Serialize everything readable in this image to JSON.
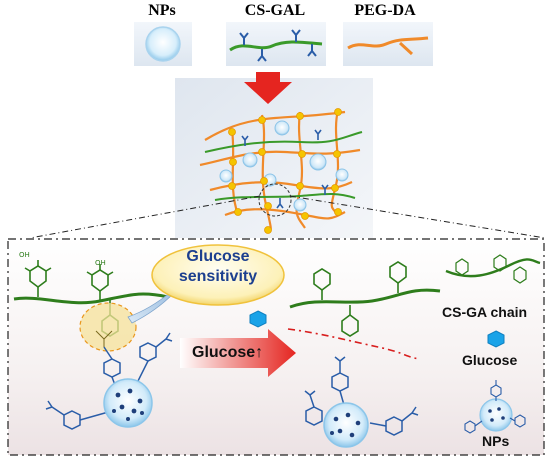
{
  "legend": {
    "nps_title": "NPs",
    "csgal_title": "CS-GAL",
    "pegda_title": "PEG-DA"
  },
  "mechanism": {
    "bubble_line1": "Glucose",
    "bubble_line2": "sensitivity",
    "arrow_label": "Glucose",
    "arrow_symbol": "↑",
    "key_chain": "CS-GA chain",
    "key_glucose": "Glucose",
    "key_nps": "NPs"
  },
  "colors": {
    "chain_green": "#2e7d1c",
    "peg_orange": "#f08a2a",
    "crosslink_yellow": "#f5c400",
    "arrow_red": "#e52520",
    "glucose_blue": "#1aa3e8",
    "boronic_blue": "#2a5da8"
  }
}
